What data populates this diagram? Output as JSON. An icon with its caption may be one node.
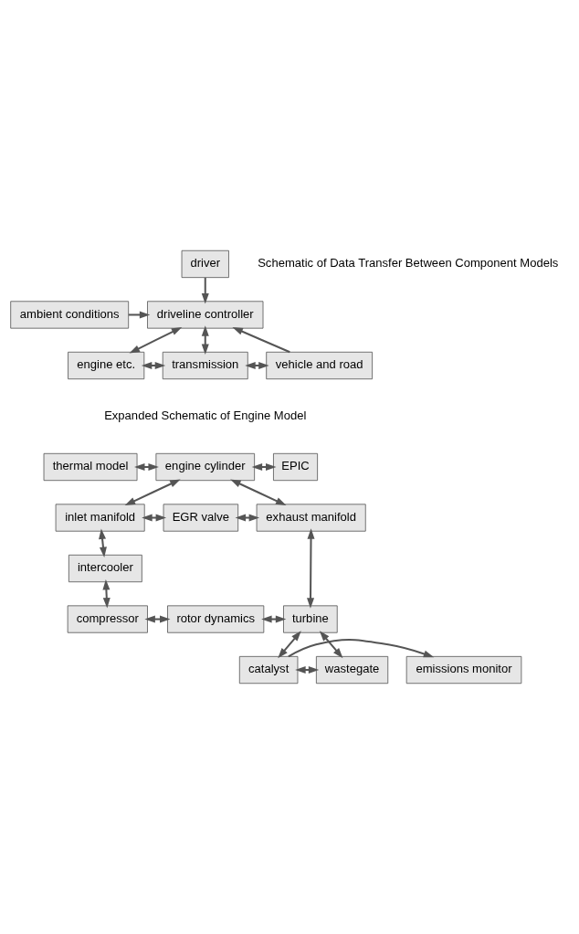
{
  "diagram": {
    "nodes": [
      {
        "text": [
          "driver"
        ]
      },
      {
        "text": [
          "driveline controller"
        ]
      },
      {
        "text": [
          "ambient conditions"
        ]
      },
      {
        "text": [
          "engine etc."
        ]
      },
      {
        "text": [
          "transmission"
        ]
      },
      {
        "text": [
          "vehicle and road"
        ]
      },
      {
        "text": [
          "thermal model"
        ]
      },
      {
        "text": [
          "engine cylinder"
        ]
      },
      {
        "text": [
          "EPIC"
        ]
      },
      {
        "text": [
          "inlet manifold"
        ]
      },
      {
        "text": [
          "EGR valve"
        ]
      },
      {
        "text": [
          "exhaust manifold"
        ]
      },
      {
        "text": [
          "intercooler"
        ]
      },
      {
        "text": [
          "compressor"
        ]
      },
      {
        "text": [
          "rotor dynamics"
        ]
      },
      {
        "text": [
          "turbine"
        ]
      },
      {
        "text": [
          "emissions monitor"
        ]
      },
      {
        "text": [
          "catalyst"
        ]
      },
      {
        "text": [
          "wastegate"
        ]
      }
    ],
    "edges": [
      {
        "from": 0,
        "to": 1,
        "arrow": "to"
      },
      {
        "from": 2,
        "to": 1,
        "arrow": "to"
      },
      {
        "from": 1,
        "to": 3,
        "arrow": "both"
      },
      {
        "from": 1,
        "to": 4,
        "arrow": "both"
      },
      {
        "from": 5,
        "to": 1,
        "arrow": "to"
      },
      {
        "from": 3,
        "to": 4,
        "arrow": "both"
      },
      {
        "from": 4,
        "to": 5,
        "arrow": "both"
      },
      {
        "from": 6,
        "to": 7,
        "arrow": "both"
      },
      {
        "from": 7,
        "to": 8,
        "arrow": "both"
      },
      {
        "from": 7,
        "to": 9,
        "arrow": "both"
      },
      {
        "from": 7,
        "to": 11,
        "arrow": "both"
      },
      {
        "from": 9,
        "to": 10,
        "arrow": "both"
      },
      {
        "from": 10,
        "to": 11,
        "arrow": "both"
      },
      {
        "from": 9,
        "to": 12,
        "arrow": "both"
      },
      {
        "from": 12,
        "to": 13,
        "arrow": "both"
      },
      {
        "from": 11,
        "to": 15,
        "arrow": "both"
      },
      {
        "from": 13,
        "to": 14,
        "arrow": "both"
      },
      {
        "from": 14,
        "to": 15,
        "arrow": "both"
      },
      {
        "from": 15,
        "to": 17,
        "arrow": "both"
      },
      {
        "from": 15,
        "to": 18,
        "arrow": "both"
      },
      {
        "from": 17,
        "to": 18,
        "arrow": "both"
      },
      {
        "from": 17,
        "to": 16,
        "arrow": "to"
      }
    ],
    "labels": [
      "Schematic of Data Transfer Between Component Models",
      "Expanded Schematic of Engine Model"
    ]
  }
}
